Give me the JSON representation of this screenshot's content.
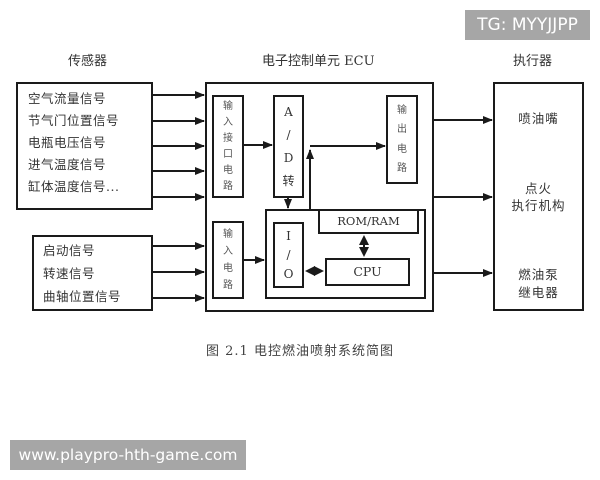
{
  "headers": {
    "sensors": "传感器",
    "ecu": "电子控制单元 ECU",
    "actuators": "执行器"
  },
  "sensor_group_1": {
    "items": [
      "空气流量信号",
      "节气门位置信号",
      "电瓶电压信号",
      "进气温度信号",
      "缸体温度信号..."
    ]
  },
  "sensor_group_2": {
    "items": [
      "启动信号",
      "转速信号",
      "曲轴位置信号"
    ]
  },
  "ecu": {
    "input_interface_circuit": [
      "输",
      "入",
      "接",
      "口",
      "电",
      "路"
    ],
    "ad_converter": [
      "A",
      "/",
      "D",
      "转"
    ],
    "output_circuit": [
      "输",
      "出",
      "电",
      "路"
    ],
    "input_circuit": [
      "输",
      "入",
      "电",
      "路"
    ],
    "io": [
      "I",
      "/",
      "O"
    ],
    "rom_ram": "ROM/RAM",
    "cpu": "CPU"
  },
  "actuators": {
    "injector": "喷油嘴",
    "ignition_line1": "点火",
    "ignition_line2": "执行机构",
    "pump_relay_line1": "燃油泵",
    "pump_relay_line2": "继电器"
  },
  "caption": "图 2.1  电控燃油喷射系统简图",
  "watermarks": {
    "top_right": "TG: MYYJJPP",
    "bottom_left": "www.playpro-hth-game.com"
  },
  "colors": {
    "line": "#1a1a1a",
    "text": "#333333",
    "watermark_bg": "#a6a6a6",
    "watermark_text": "#ffffff"
  }
}
